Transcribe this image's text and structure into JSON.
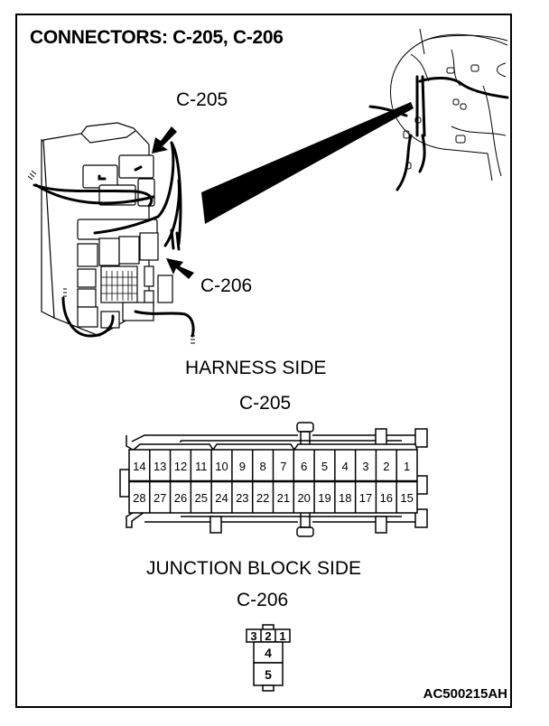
{
  "title": "CONNECTORS: C-205, C-206",
  "callouts": {
    "c205": "C-205",
    "c206": "C-206"
  },
  "sections": {
    "harness_side": "HARNESS SIDE",
    "harness_connector": "C-205",
    "junction_side": "JUNCTION BLOCK SIDE",
    "junction_connector": "C-206"
  },
  "c205_pins": {
    "top_row": [
      "14",
      "13",
      "12",
      "11",
      "10",
      "9",
      "8",
      "7",
      "6",
      "5",
      "4",
      "3",
      "2",
      "1"
    ],
    "bottom_row": [
      "28",
      "27",
      "26",
      "25",
      "24",
      "23",
      "22",
      "21",
      "20",
      "19",
      "18",
      "17",
      "16",
      "15"
    ]
  },
  "c206_pins": {
    "top_row": [
      "3",
      "2",
      "1"
    ],
    "stack": [
      "4",
      "5"
    ]
  },
  "figure_code": "AC500215AH",
  "colors": {
    "ink": "#000000",
    "paper": "#ffffff"
  }
}
